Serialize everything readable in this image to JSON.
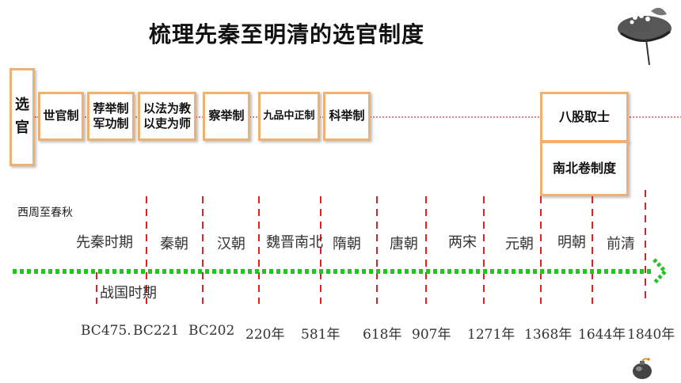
{
  "title": "梳理先秦至明清的选官制度",
  "xuanguan": "选\n官",
  "systems": [
    {
      "label": "世官制"
    },
    {
      "label": "荐举制\n军功制"
    },
    {
      "label": "以法为教\n以吏为师"
    },
    {
      "label": "察举制"
    },
    {
      "label": "九品中正制"
    },
    {
      "label": "科举制"
    },
    {
      "label": "八股取士"
    },
    {
      "label": "南北卷制度"
    }
  ],
  "western_label": "西周至春秋",
  "periods": [
    {
      "label": "先秦时期"
    },
    {
      "label": "战国时期"
    },
    {
      "label": "秦朝"
    },
    {
      "label": "汉朝"
    },
    {
      "label": "魏晋南北"
    },
    {
      "label": "隋朝"
    },
    {
      "label": "唐朝"
    },
    {
      "label": "两宋"
    },
    {
      "label": "元朝"
    },
    {
      "label": "明朝"
    },
    {
      "label": "前清"
    }
  ],
  "years": [
    {
      "label": "BC475."
    },
    {
      "label": "BC221"
    },
    {
      "label": "BC202"
    },
    {
      "label": "220年"
    },
    {
      "label": "581年"
    },
    {
      "label": "618年"
    },
    {
      "label": "907年"
    },
    {
      "label": "1271年"
    },
    {
      "label": "1368年"
    },
    {
      "label": "1644年"
    },
    {
      "label": "1840年"
    }
  ],
  "colors": {
    "box_border": "#f0b070",
    "timeline": "#22c322",
    "dividers": "#e02020",
    "connector": "#e88080"
  },
  "icons": {
    "decoration": "lotus-ink-painting-icon",
    "bottom": "cartoon-bomb-icon"
  }
}
